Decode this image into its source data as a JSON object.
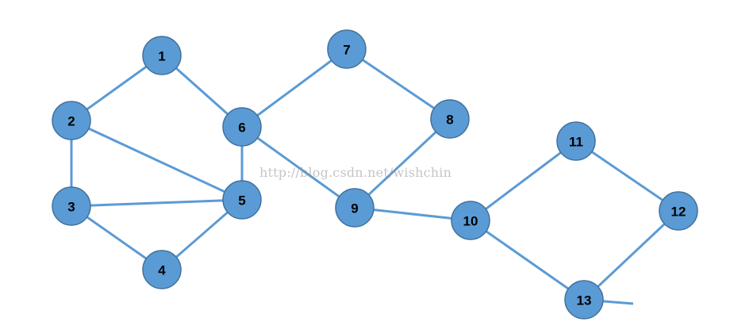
{
  "colors": {
    "node_fill": "#5b9bd5",
    "node_border": "#41719c",
    "edge": "#5b9bd5",
    "label": "#000000"
  },
  "nodes": [
    {
      "id": "1",
      "label": "1"
    },
    {
      "id": "2",
      "label": "2"
    },
    {
      "id": "3",
      "label": "3"
    },
    {
      "id": "4",
      "label": "4"
    },
    {
      "id": "5",
      "label": "5"
    },
    {
      "id": "6",
      "label": "6"
    },
    {
      "id": "7",
      "label": "7"
    },
    {
      "id": "8",
      "label": "8"
    },
    {
      "id": "9",
      "label": "9"
    },
    {
      "id": "10",
      "label": "10"
    },
    {
      "id": "11",
      "label": "11"
    },
    {
      "id": "12",
      "label": "12"
    },
    {
      "id": "13",
      "label": "13"
    }
  ],
  "edges": [
    [
      "1",
      "2"
    ],
    [
      "1",
      "6"
    ],
    [
      "2",
      "3"
    ],
    [
      "2",
      "5"
    ],
    [
      "3",
      "5"
    ],
    [
      "3",
      "4"
    ],
    [
      "4",
      "5"
    ],
    [
      "5",
      "6"
    ],
    [
      "6",
      "7"
    ],
    [
      "6",
      "9"
    ],
    [
      "7",
      "8"
    ],
    [
      "8",
      "9"
    ],
    [
      "9",
      "10"
    ],
    [
      "10",
      "11"
    ],
    [
      "11",
      "12"
    ],
    [
      "12",
      "13"
    ],
    [
      "10",
      "13"
    ]
  ],
  "dangling_edges": [
    {
      "from": "13"
    }
  ],
  "watermark": "http://blog.csdn.net/wishchin"
}
